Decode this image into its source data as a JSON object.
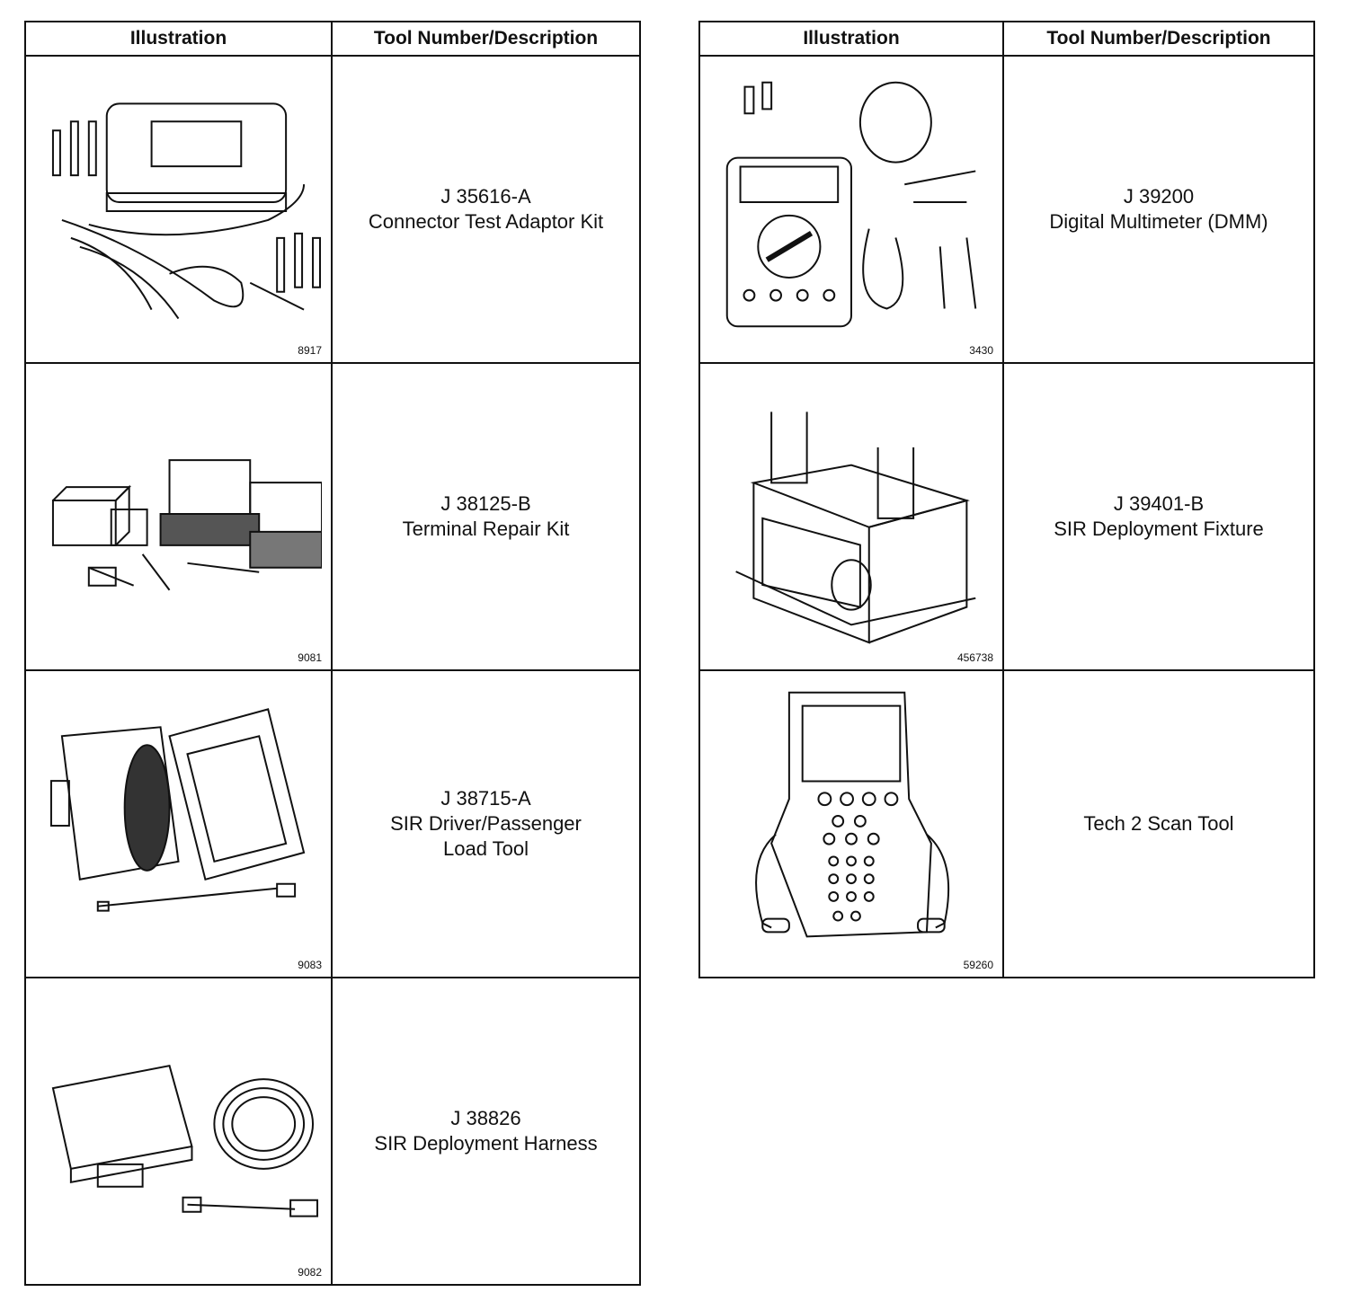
{
  "headers": {
    "illustration": "Illustration",
    "tool": "Tool Number/Description"
  },
  "left_table": [
    {
      "figure_number": "8917",
      "icon": "connector-test-adaptor-kit-icon",
      "lines": [
        "J 35616-A",
        "Connector Test Adaptor Kit"
      ]
    },
    {
      "figure_number": "9081",
      "icon": "terminal-repair-kit-icon",
      "lines": [
        "J 38125-B",
        "Terminal Repair Kit"
      ]
    },
    {
      "figure_number": "9083",
      "icon": "load-tool-icon",
      "lines": [
        "J 38715-A",
        "SIR Driver/Passenger",
        "Load Tool"
      ]
    },
    {
      "figure_number": "9082",
      "icon": "deployment-harness-icon",
      "lines": [
        "J 38826",
        "SIR Deployment Harness"
      ]
    }
  ],
  "right_table": [
    {
      "figure_number": "3430",
      "icon": "digital-multimeter-icon",
      "lines": [
        "J 39200",
        "Digital Multimeter (DMM)"
      ]
    },
    {
      "figure_number": "456738",
      "icon": "deployment-fixture-icon",
      "lines": [
        "J 39401-B",
        "SIR Deployment Fixture"
      ]
    },
    {
      "figure_number": "59260",
      "icon": "scan-tool-icon",
      "lines": [
        "Tech 2 Scan Tool"
      ]
    }
  ]
}
